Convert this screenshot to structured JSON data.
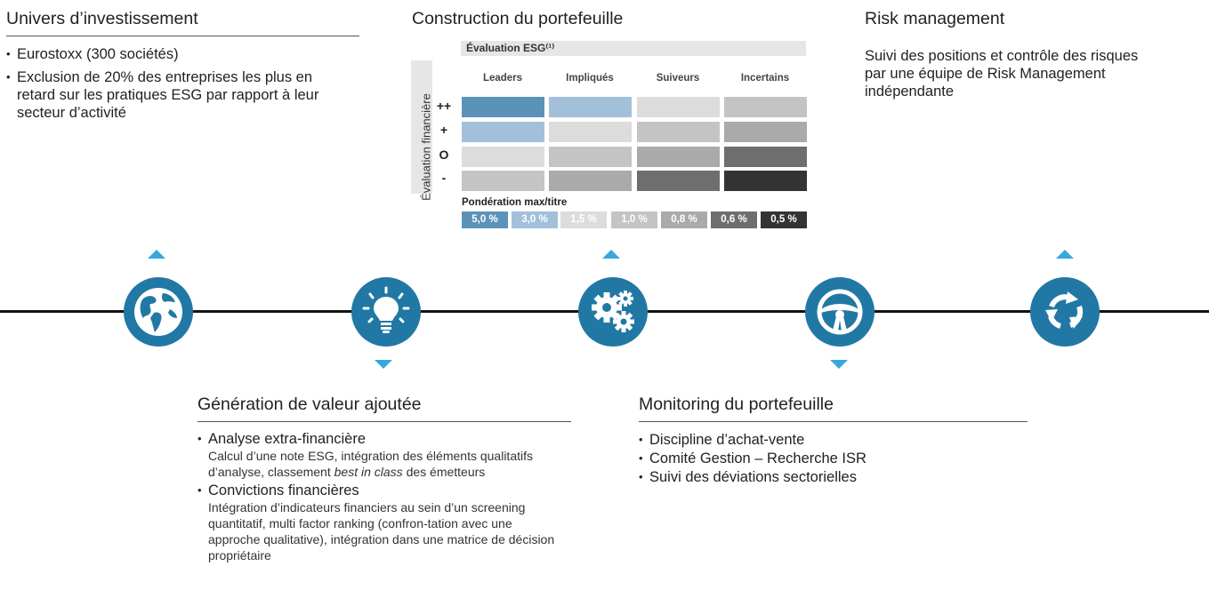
{
  "univers": {
    "title": "Univers d’investissement",
    "bullets": [
      "Eurostoxx (300 sociétés)",
      "Exclusion de 20% des entreprises les plus en retard sur les pratiques ESG par rapport à leur secteur d’activité"
    ]
  },
  "construction": {
    "title": "Construction du portefeuille",
    "matrix": {
      "header": "Évaluation ESG⁽¹⁾",
      "y_title": "Évaluation financière",
      "columns": [
        "Leaders",
        "Impliqués",
        "Suiveurs",
        "Incertains"
      ],
      "rows": [
        "++",
        "+",
        "O",
        "-"
      ],
      "cell_colors": [
        [
          "#5b93b8",
          "#a3c0db",
          "#dcdcdc",
          "#c4c4c4"
        ],
        [
          "#a3c0db",
          "#dcdcdc",
          "#c4c4c4",
          "#aaaaaa"
        ],
        [
          "#dcdcdc",
          "#c4c4c4",
          "#aaaaaa",
          "#6e6e6e"
        ],
        [
          "#c4c4c4",
          "#aaaaaa",
          "#6e6e6e",
          "#333333"
        ]
      ],
      "weight_title": "Pondération max/titre",
      "weights": [
        {
          "label": "5,0 %",
          "color": "#5b93b8"
        },
        {
          "label": "3,0 %",
          "color": "#a3c0db"
        },
        {
          "label": "1,5 %",
          "color": "#dcdcdc"
        },
        {
          "label": "1,0 %",
          "color": "#c4c4c4"
        },
        {
          "label": "0,8 %",
          "color": "#aaaaaa"
        },
        {
          "label": "0,6 %",
          "color": "#6e6e6e"
        },
        {
          "label": "0,5 %",
          "color": "#333333"
        }
      ]
    }
  },
  "risk": {
    "title": "Risk management",
    "text": "Suivi des positions et contrôle des risques par une équipe de Risk Management indépendante"
  },
  "generation": {
    "title": "Génération de valeur ajoutée",
    "b1": "Analyse extra-financière",
    "b1_sub_a": "Calcul d’une note ESG, intégration des éléments qualitatifs d’analyse, classement ",
    "b1_sub_em": "best in class",
    "b1_sub_b": " des émetteurs",
    "b2": "Convictions financières",
    "b2_sub": "Intégration d’indicateurs financiers au sein d’un screening quantitatif, multi factor ranking (confron-tation avec une approche qualitative), intégration dans une matrice de décision propriétaire"
  },
  "monitoring": {
    "title": "Monitoring du portefeuille",
    "bullets": [
      "Discipline d’achat-vente",
      "Comité Gestion – Recherche ISR",
      "Suivi des déviations sectorielles"
    ]
  },
  "icons": [
    "globe-icon",
    "lightbulb-icon",
    "gears-icon",
    "steering-wheel-icon",
    "refresh-arrows-icon"
  ],
  "colors": {
    "circle": "#2178a4",
    "arrow": "#38a7de",
    "line": "#111111"
  }
}
